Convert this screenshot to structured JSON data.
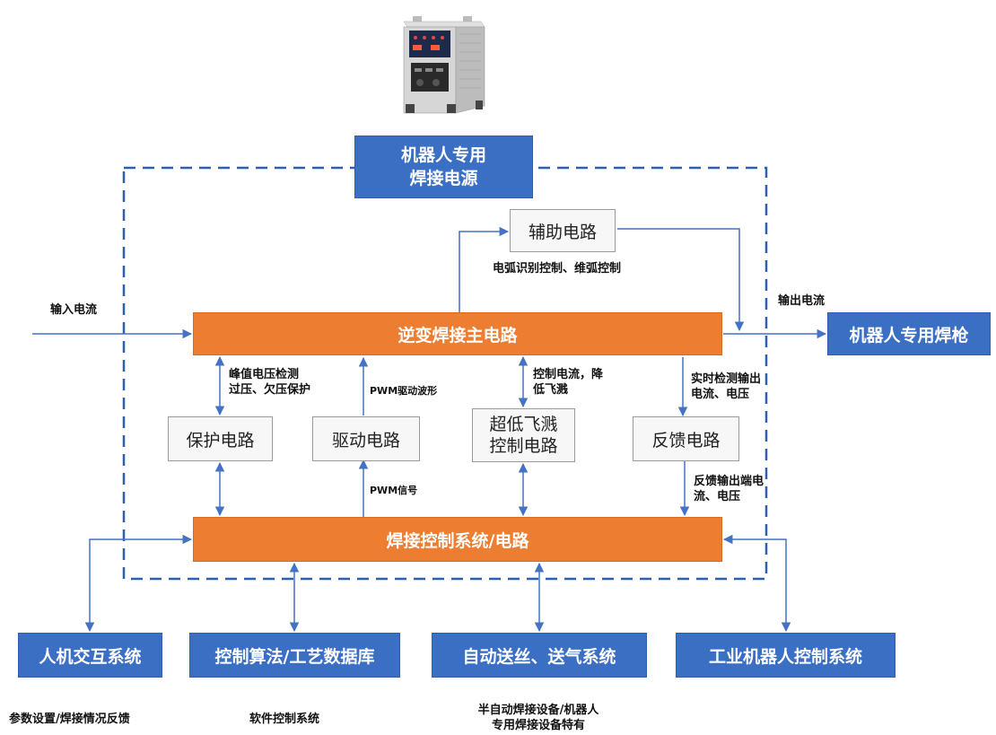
{
  "power_supply": "机器人专用\n焊接电源",
  "main_circuit": "逆变焊接主电路",
  "aux_circuit": "辅助电路",
  "protect_circuit": "保护电路",
  "drive_circuit": "驱动电路",
  "spatter_circuit": "超低飞溅\n控制电路",
  "feedback_circuit": "反馈电路",
  "control_system": "焊接控制系统/电路",
  "torch": "机器人专用焊枪",
  "hmi": "人机交互系统",
  "algorithm": "控制算法/工艺数据库",
  "wire_feed": "自动送丝、送气系统",
  "robot_ctrl": "工业机器人控制系统",
  "labels": {
    "input_current": "输入电流",
    "output_current": "输出电流",
    "arc_ctrl": "电弧识别控制、维弧控制",
    "peak_voltage": "峰值电压检测\n过压、欠压保护",
    "pwm_drive": "PWM驱动波形",
    "current_ctrl": "控制电流，降\n低飞溅",
    "realtime": "实时检测输出\n电流、电压",
    "pwm_signal": "PWM信号",
    "feedback_out": "反馈输出端电\n流、电压",
    "param": "参数设置/焊接情况反馈",
    "software": "软件控制系统",
    "semi_auto": "半自动焊接设备/机器人\n专用焊接设备特有"
  }
}
